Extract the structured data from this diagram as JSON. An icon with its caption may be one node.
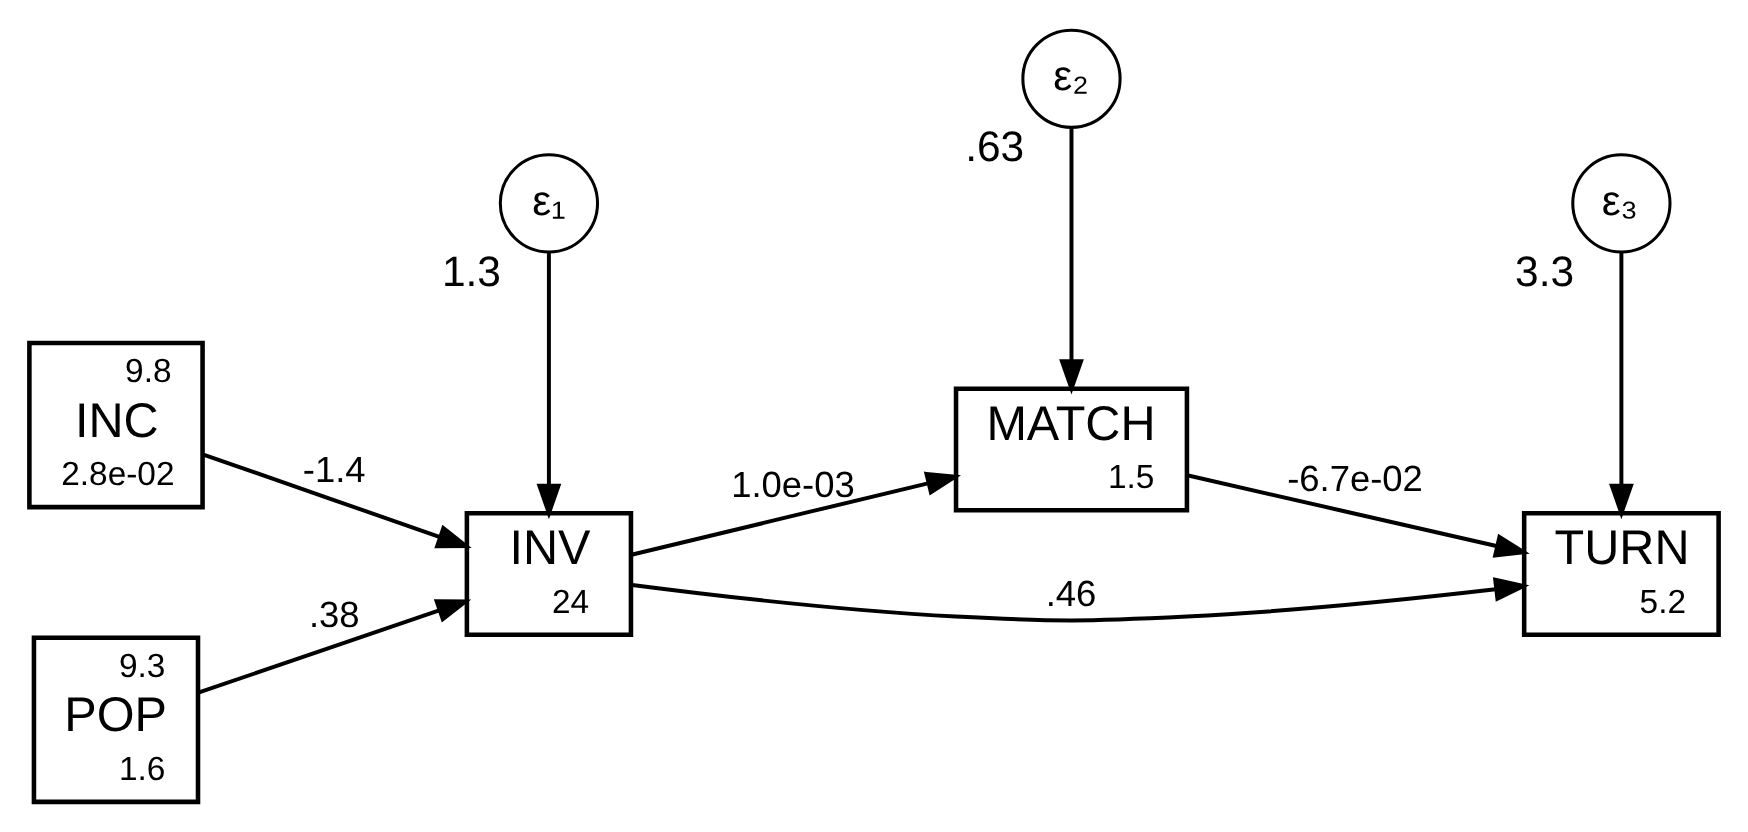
{
  "diagram": {
    "nodes": [
      {
        "text": [
          "9.8",
          "INC",
          "2.8e-02"
        ]
      },
      {
        "text": [
          "9.3",
          "POP",
          "1.6"
        ]
      },
      {
        "text": [
          "INV",
          "24"
        ]
      },
      {
        "text": [
          "ε₁"
        ],
        "beside": [
          "1.3"
        ]
      },
      {
        "text": [
          "MATCH",
          "1.5"
        ]
      },
      {
        "text": [
          "ε₂"
        ],
        "beside": [
          ".63"
        ]
      },
      {
        "text": [
          "TURN",
          "5.2"
        ]
      },
      {
        "text": [
          "ε₃"
        ],
        "beside": [
          "3.3"
        ]
      }
    ],
    "edges": [
      {
        "from": 0,
        "to": 2,
        "arrow": "to",
        "label": "-1.4"
      },
      {
        "from": 1,
        "to": 2,
        "arrow": "to",
        "label": ".38"
      },
      {
        "from": 2,
        "to": 4,
        "arrow": "to",
        "label": "1.0e-03"
      },
      {
        "from": 2,
        "to": 6,
        "arrow": "to",
        "label": ".46"
      },
      {
        "from": 4,
        "to": 6,
        "arrow": "to",
        "label": "-6.7e-02"
      },
      {
        "from": 3,
        "to": 2,
        "arrow": "to"
      },
      {
        "from": 5,
        "to": 4,
        "arrow": "to"
      },
      {
        "from": 7,
        "to": 6,
        "arrow": "to"
      }
    ]
  }
}
